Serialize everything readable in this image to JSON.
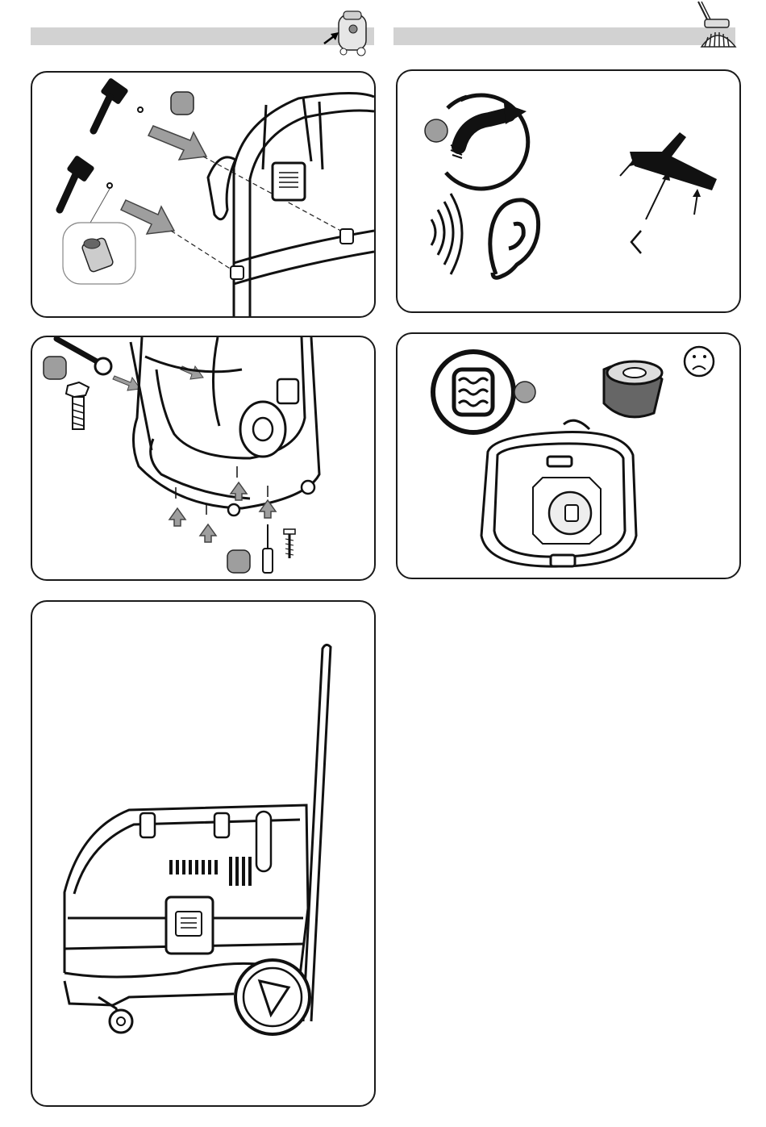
{
  "page": {
    "header_left_icon": "vacuum-with-arrow-icon",
    "header_right_icon": "floor-brush-icon"
  },
  "panels": [
    {
      "id": "mount-handle",
      "icons": [
        "mallet-icon",
        "mallet-icon",
        "plug-insert-icon",
        "arrow-icon",
        "arrow-icon",
        "grey-step-marker"
      ]
    },
    {
      "id": "suction-check",
      "icons": [
        "hose-rotate-icon",
        "sound-waves-icon",
        "ear-icon",
        "floor-nozzle-icon",
        "less-than-symbol",
        "grey-step-marker"
      ],
      "symbol": "<"
    },
    {
      "id": "mount-wheels",
      "icons": [
        "wrench-icon",
        "bolt-icon",
        "screwdriver-icon",
        "screw-icon",
        "up-arrow-icon",
        "grey-step-marker",
        "grey-step-marker"
      ]
    },
    {
      "id": "filter-check",
      "icons": [
        "filter-round-icon",
        "filter-cartridge-icon",
        "sad-face-icon",
        "filter-housing-icon",
        "grey-step-marker"
      ]
    },
    {
      "id": "assembled-unit",
      "icons": [
        "vacuum-side-view-icon"
      ]
    }
  ]
}
